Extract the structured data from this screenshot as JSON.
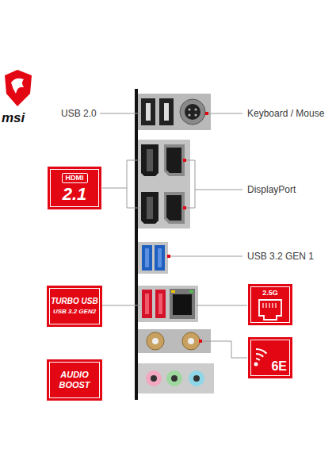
{
  "diagram": {
    "nodes": [
      {
        "text": [
          "HDMI",
          "2.1"
        ]
      },
      {
        "text": [
          "TURBO USB",
          "USB 3.2 GEN2"
        ]
      },
      {
        "text": [
          "2.5G"
        ]
      },
      {
        "text": [
          "6E"
        ]
      },
      {
        "text": [
          "AUDIO BOOST"
        ]
      }
    ],
    "labels": [
      "msi",
      "USB 2.0",
      "Keyboard / Mouse",
      "DisplayPort",
      "USB 3.2 GEN 1"
    ]
  }
}
